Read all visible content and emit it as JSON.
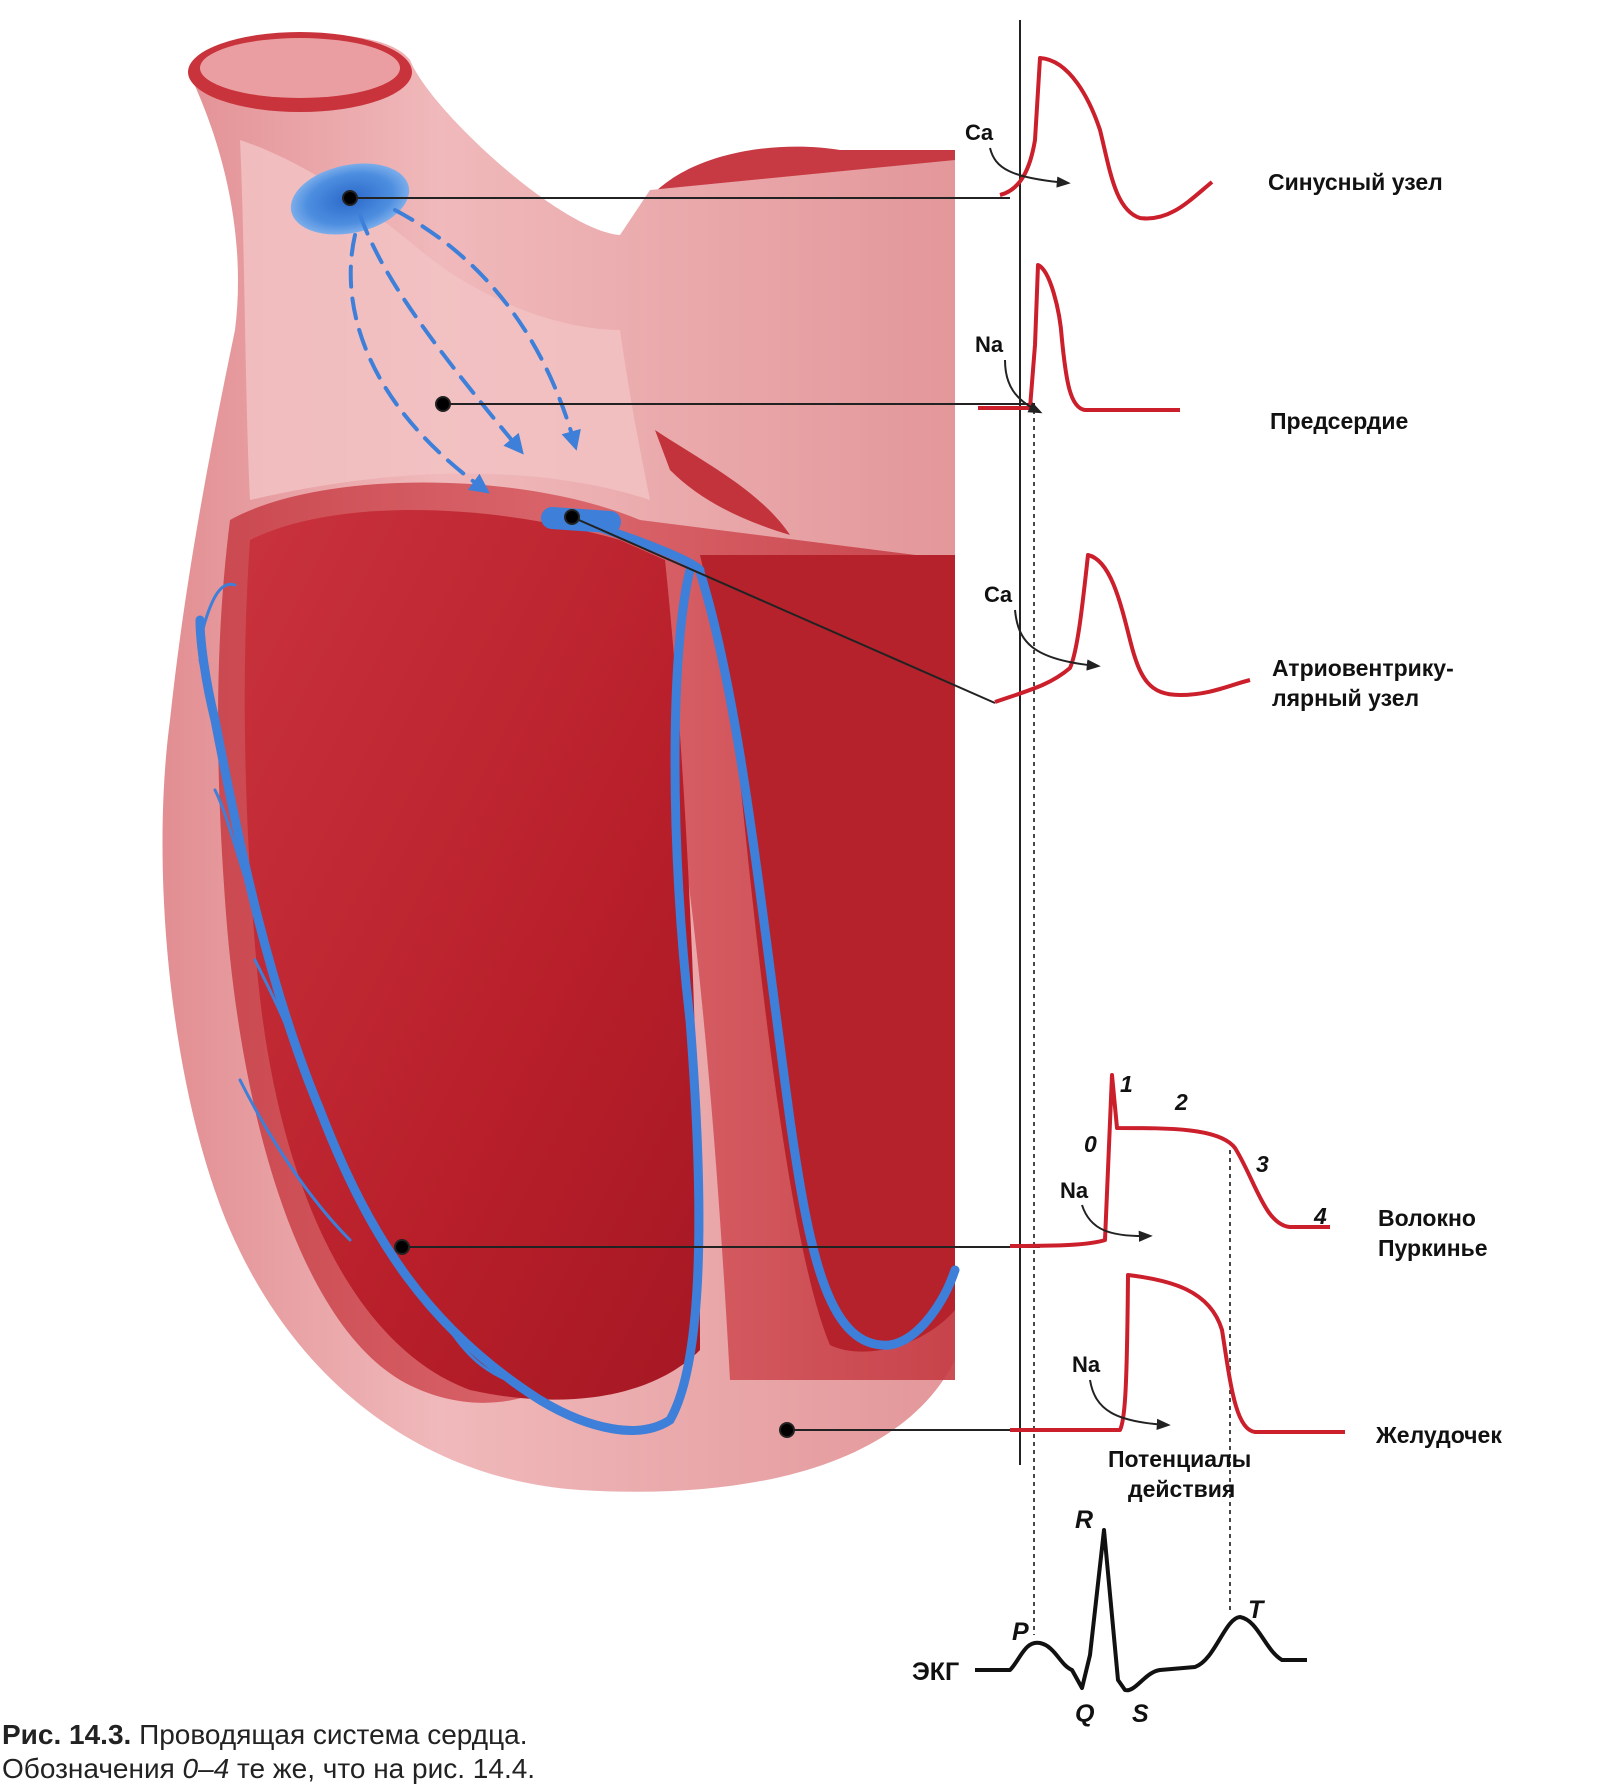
{
  "labels": {
    "sinus_node": "Синусный узел",
    "atrium": "Предсердие",
    "av_node_line1": "Атриовентрику-",
    "av_node_line2": "лярный узел",
    "purkinje_line1": "Волокно",
    "purkinje_line2": "Пуркинье",
    "ventricle": "Желудочек",
    "action_potentials_line1": "Потенциалы",
    "action_potentials_line2": "действия"
  },
  "ions": {
    "sinus": "Ca",
    "atrium": "Na",
    "av": "Ca",
    "purkinje": "Na",
    "ventricle": "Na"
  },
  "phases": [
    "0",
    "1",
    "2",
    "3",
    "4"
  ],
  "ekg": {
    "label": "ЭКГ",
    "waves": {
      "P": "P",
      "Q": "Q",
      "R": "R",
      "S": "S",
      "T": "T"
    }
  },
  "caption": {
    "fig_number": "Рис. 14.3.",
    "title": " Проводящая система сердца.",
    "line2_prefix": "Обозначения ",
    "line2_range": "0–4",
    "line2_suffix": " те же, что на рис. 14.4."
  },
  "colors": {
    "heart_light": "#e9a3a6",
    "heart_mid": "#d96a6d",
    "heart_dark": "#b81f2a",
    "conduction": "#3d7fd9",
    "curve": "#cc1f2c",
    "line": "#222222"
  }
}
